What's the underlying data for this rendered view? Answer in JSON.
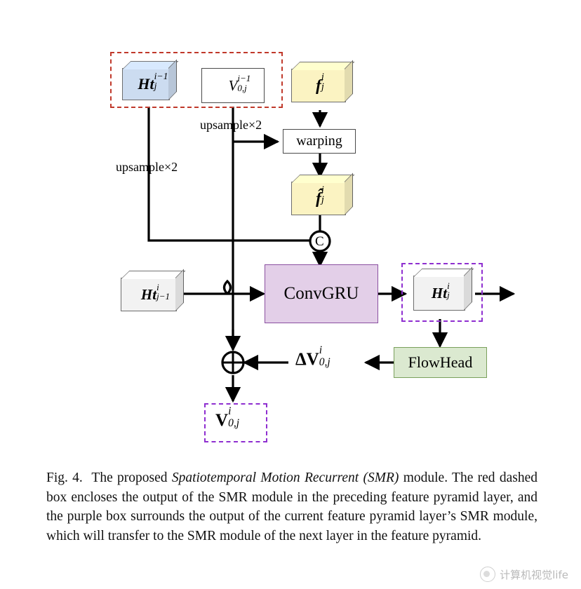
{
  "figure": {
    "nodes": {
      "ht_prev": {
        "base": "Ht",
        "sup": "i−1",
        "sub": "j",
        "name": "Ht^{i-1}_j"
      },
      "v_prev": {
        "base": "V",
        "sup": "i−1",
        "sub": "0,j",
        "name": "V^{i-1}_{0,j}"
      },
      "f_cur": {
        "base": "f",
        "sup": "i",
        "sub": "j",
        "name": "f^i_j"
      },
      "f_hat": {
        "base": "f̂",
        "sup": "i",
        "sub": "j",
        "name": "f-hat^i_j"
      },
      "warping": {
        "label": "warping"
      },
      "ht_in": {
        "base": "Ht",
        "sup": "i",
        "sub": "j−1",
        "name": "Ht^i_{j-1}"
      },
      "convgru": {
        "label": "ConvGRU"
      },
      "ht_out": {
        "base": "Ht",
        "sup": "i",
        "sub": "j",
        "name": "Ht^i_j"
      },
      "flowhead": {
        "label": "FlowHead"
      },
      "delta_v": {
        "base": "ΔV",
        "sup": "i",
        "sub": "0,j",
        "name": "Delta V^i_{0,j}"
      },
      "v_out": {
        "base": "V",
        "sup": "i",
        "sub": "0,j",
        "name": "V^i_{0,j}"
      }
    },
    "edge_labels": {
      "upsample_left": "upsample×2",
      "upsample_mid": "upsample×2"
    },
    "operators": {
      "concat": "C",
      "add": "⊕"
    },
    "colors": {
      "blue_box": "#ccdcf0",
      "yellow_box": "#fbf3c2",
      "grey_box": "#f2f2f2",
      "purple_box": "#e3cfe8",
      "purple_border": "#8a4fa0",
      "green_box": "#dbe9d0",
      "green_border": "#7aa05c",
      "red_dashed": "#c0392b",
      "purple_dashed": "#8f2fd0",
      "line": "#000000"
    }
  },
  "caption": {
    "figure_number": "Fig. 4.",
    "part1": "The proposed ",
    "italic1": "Spatiotemporal Motion Recurrent (SMR)",
    "part2": " module. The red dashed box encloses the output of the SMR module in the preceding feature pyramid layer, and the purple box surrounds the output of the current feature pyramid layer’s SMR module, which will transfer to the SMR module of the next layer in the feature pyramid."
  },
  "watermark": {
    "text": "计算机视觉life"
  }
}
